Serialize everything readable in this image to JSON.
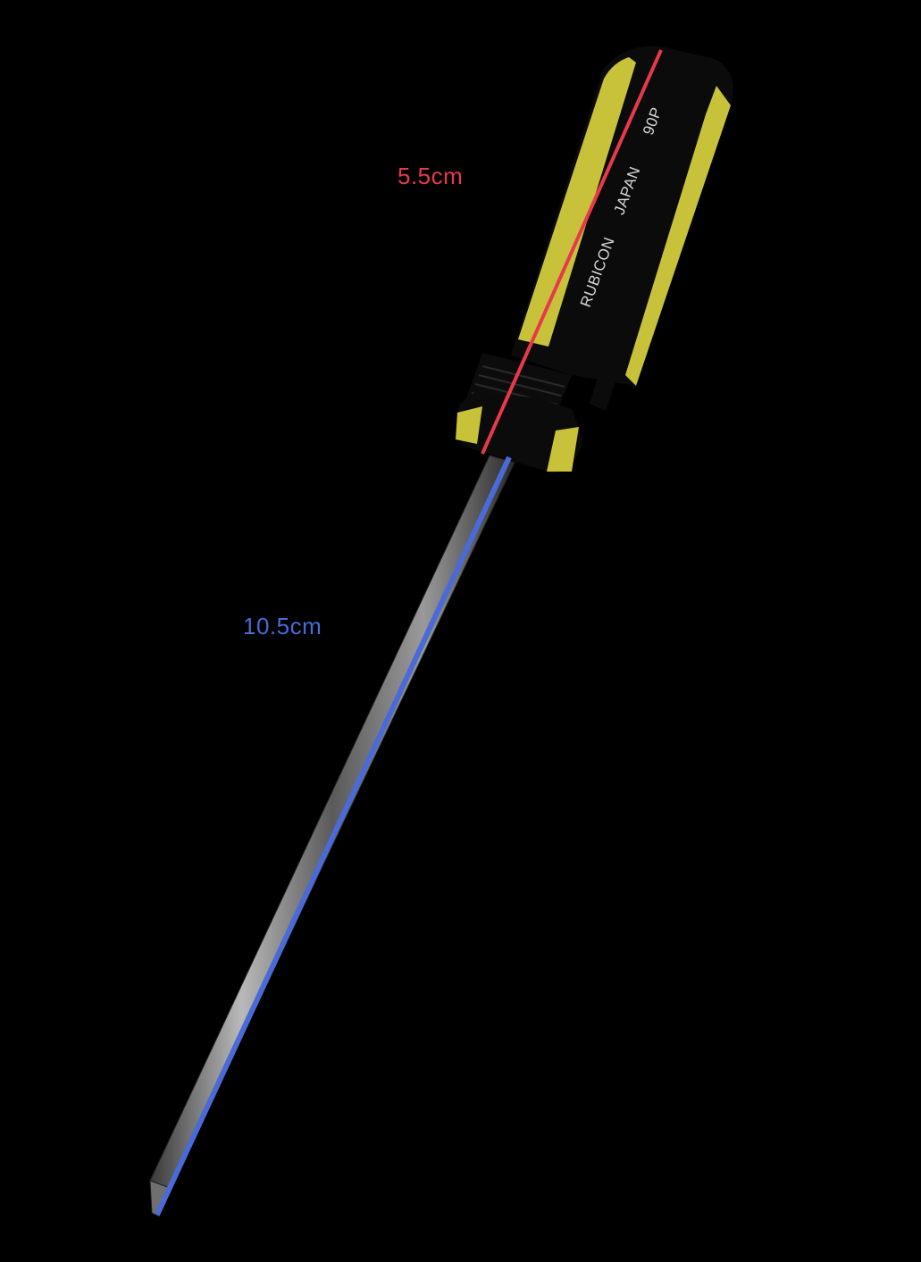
{
  "figure": {
    "subject": "Phillips screwdriver",
    "background_color": "#000000"
  },
  "handle": {
    "brand_text": "RUBICON",
    "origin_text": "JAPAN",
    "model_text": "90P",
    "colors": {
      "body": "#0a0a0a",
      "stripe": "#c8c23a",
      "print": "#d6d6d6"
    }
  },
  "annotations": [
    {
      "id": "handle-length",
      "label": "5.5cm",
      "color": "#e8394a",
      "measures": "handle"
    },
    {
      "id": "shaft-length",
      "label": "10.5cm",
      "color": "#4a6ad8",
      "measures": "shaft"
    }
  ]
}
